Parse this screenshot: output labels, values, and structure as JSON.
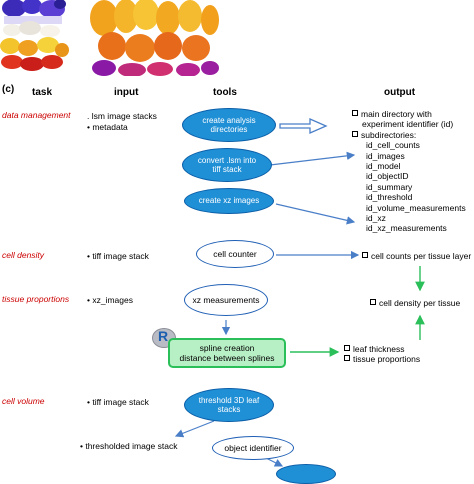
{
  "panel_label": "(c)",
  "headers": {
    "task": "task",
    "input": "input",
    "tools": "tools",
    "output": "output"
  },
  "tasks": {
    "data_management": "data management",
    "cell_density": "cell density",
    "tissue_proportions": "tissue proportions",
    "cell_volume": "cell volume"
  },
  "inputs": {
    "lsm": ". lsm image stacks",
    "metadata": "metadata",
    "tiff1": "tiff image stack",
    "xz": "xz_images",
    "tiff2": "tiff image stack",
    "thresholded": "thresholded image stack"
  },
  "tools": {
    "create_dirs": [
      "create analysis",
      "directories"
    ],
    "convert": [
      "convert .lsm into",
      "tiff stack"
    ],
    "create_xz": "create xz images",
    "cell_counter": "cell counter",
    "xz_measurements": "xz measurements",
    "spline": [
      "spline creation",
      "distance between splines"
    ],
    "threshold": [
      "threshold 3D leaf",
      "stacks"
    ],
    "object_identifier": "object identifier",
    "r_logo": "R"
  },
  "outputs": {
    "main_dir": [
      "main directory with",
      "experiment identifier (id)"
    ],
    "subdirs_label": "subdirectories:",
    "subdirs": [
      "id_cell_counts",
      "id_images",
      "id_model",
      "id_objectID",
      "id_summary",
      "id_threshold",
      "id_volume_measurements",
      "id_xz",
      "id_xz_measurements"
    ],
    "cell_counts": "cell counts per tissue layer",
    "cell_density": "cell density per tissue",
    "leaf_thickness": "leaf thickness",
    "tissue_props": "tissue proportions"
  },
  "colors": {
    "task_red": "#cc0000",
    "tool_blue": "#1f8fd6",
    "arrow_blue": "#4a7fc8",
    "arrow_green": "#2bbf5a",
    "spline_fill": "#b8f0c6"
  }
}
